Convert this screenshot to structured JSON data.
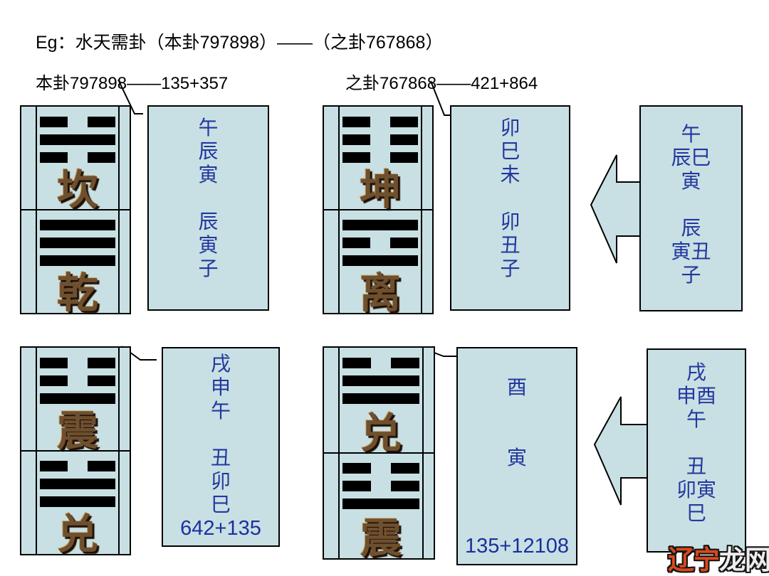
{
  "title": "Eg：水天需卦（本卦797898）——（之卦767868）",
  "subtitle_left": "本卦797898——135+357",
  "subtitle_right": "之卦767868——421+864",
  "trigram_boxes": {
    "ben_gua": {
      "upper_name": "坎",
      "upper_lines": [
        "broken",
        "solid",
        "broken"
      ],
      "lower_name": "乾",
      "lower_lines": [
        "solid",
        "solid",
        "solid"
      ]
    },
    "zhi_gua": {
      "upper_name": "坤",
      "upper_lines": [
        "broken",
        "broken",
        "broken"
      ],
      "lower_name": "离",
      "lower_lines": [
        "solid",
        "broken",
        "solid"
      ]
    },
    "ben_hu_gua": {
      "upper_name": "震",
      "upper_lines": [
        "broken",
        "broken",
        "solid"
      ],
      "lower_name": "兑",
      "lower_lines": [
        "broken",
        "solid",
        "solid"
      ]
    },
    "zhi_hu_gua": {
      "upper_name": "兑",
      "upper_lines": [
        "broken",
        "solid",
        "solid"
      ],
      "lower_name": "震",
      "lower_lines": [
        "broken",
        "broken",
        "solid"
      ]
    }
  },
  "text_boxes": {
    "ben_branches": {
      "lines": [
        "午",
        "辰",
        "寅",
        "",
        "辰",
        "寅",
        "子"
      ]
    },
    "zhi_branches": {
      "lines": [
        "卯",
        "巳",
        "未",
        "",
        "卯",
        "丑",
        "子"
      ]
    },
    "ben_hu_branches": {
      "lines": [
        "戌",
        "申",
        "午",
        "",
        "丑",
        "卯",
        "巳"
      ],
      "number": "642+135"
    },
    "zhi_hu_branches": {
      "lines": [
        "",
        "酉",
        "",
        "",
        "寅"
      ],
      "number": "135+12108"
    },
    "ben_combined": {
      "lines": [
        "午",
        "辰巳",
        "寅",
        "",
        "辰",
        "寅丑",
        "子"
      ]
    },
    "zhi_combined": {
      "lines": [
        "戌",
        "申酉",
        "午",
        "",
        "丑",
        "卯寅",
        "巳"
      ]
    }
  },
  "watermark": {
    "text_primary": "辽宁",
    "text_secondary": "龙网"
  },
  "colors": {
    "box_fill": "#c8e0e3",
    "branch_text": "#24379f",
    "number_text": "#1c2f9e",
    "trigram_char": "#6e4f2e",
    "watermark_primary": "#d8491c",
    "watermark_secondary": "#ededed"
  }
}
